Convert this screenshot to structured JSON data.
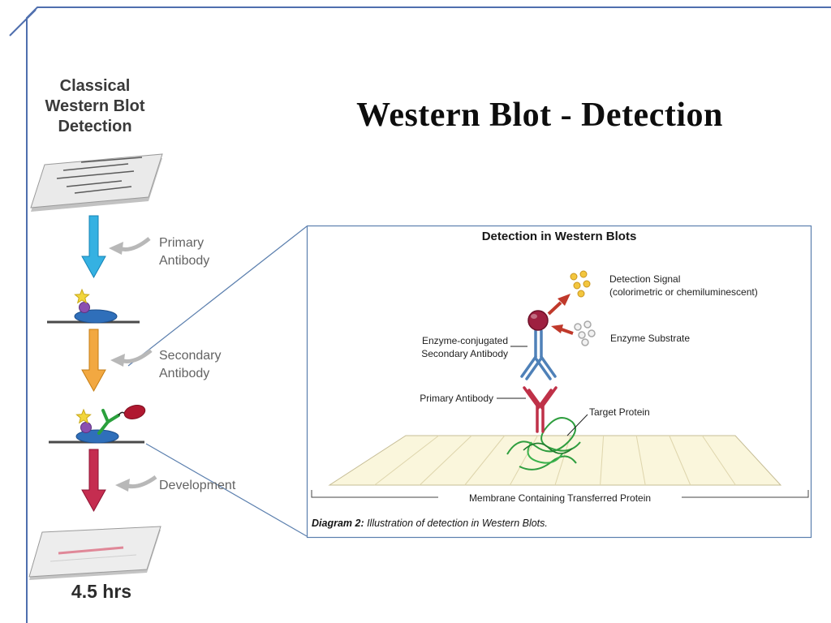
{
  "slide": {
    "title": "Western Blot - Detection"
  },
  "left_panel": {
    "title_lines": [
      "Classical",
      "Western Blot",
      "Detection"
    ],
    "steps": [
      {
        "label_lines": [
          "Primary",
          "Antibody"
        ]
      },
      {
        "label_lines": [
          "Secondary",
          "Antibody"
        ]
      },
      {
        "label_lines": [
          "Development"
        ]
      }
    ],
    "duration": "4.5 hrs"
  },
  "detail_box": {
    "title": "Detection in Western Blots",
    "labels": {
      "detection_signal": "Detection Signal",
      "detection_signal_note": "(colorimetric or chemiluminescent)",
      "enzyme_substrate": "Enzyme Substrate",
      "secondary_antibody_line1": "Enzyme-conjugated",
      "secondary_antibody_line2": "Secondary Antibody",
      "primary_antibody": "Primary Antibody",
      "target_protein": "Target Protein",
      "membrane": "Membrane Containing Transferred Protein"
    },
    "caption": {
      "prefix": "Diagram 2:",
      "text": " Illustration of detection in Western Blots."
    }
  },
  "colors": {
    "frame_blue": "#4f6fae",
    "arrow_blue": "#35b1e2",
    "arrow_orange": "#f2a841",
    "arrow_red": "#c52d50",
    "antibody_red": "#bf3148",
    "antibody_blue": "#4f81b8",
    "enzyme_ball": "#9e2040",
    "signal_yellow": "#f3c63e",
    "membrane_fill": "#faf6dc"
  }
}
